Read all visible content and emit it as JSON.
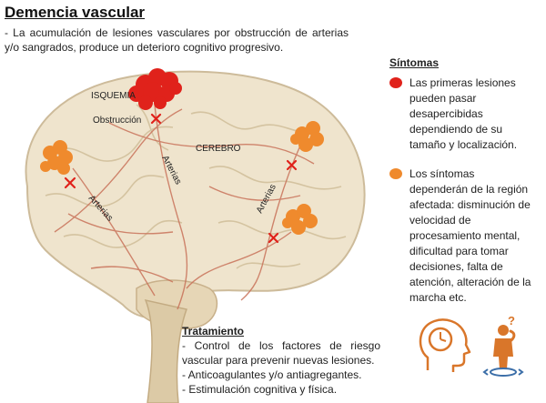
{
  "title": "Demencia vascular",
  "intro": "- La acumulación de lesiones vasculares por obstrucción de arterias y/o sangrados, produce un deterioro cognitivo progresivo.",
  "diagram_labels": {
    "ischemia": "ISQUEMIA",
    "obstruction": "Obstrucción",
    "brain": "CEREBRO",
    "arteries_1": "Arterias",
    "arteries_2": "Arterias",
    "arteries_3": "Arterias"
  },
  "symptoms": {
    "title": "Síntomas",
    "items": [
      {
        "text": "Las primeras lesiones pueden pasar desapercibidas dependiendo de su tamaño y localización.",
        "color": "#e0221b"
      },
      {
        "text": "Los síntomas dependerán de la región afectada: disminución de velocidad de procesamiento mental, dificultad para tomar decisiones, falta de atención, alteración de la marcha etc.",
        "color": "#ef8a2d"
      }
    ]
  },
  "treatment": {
    "title": "Tratamiento",
    "lines": [
      "- Control de los factores de riesgo vascular para prevenir nuevas lesiones.",
      "- Anticoagulantes y/o antiagregantes.",
      "- Estimulación cognitiva y física."
    ]
  },
  "icons": [
    "head-clock-icon",
    "confused-person-icon"
  ],
  "colors": {
    "ischemia": "#e0221b",
    "lesion": "#ef8a2d",
    "artery": "#c9735a",
    "brain": "#efe4cd"
  }
}
